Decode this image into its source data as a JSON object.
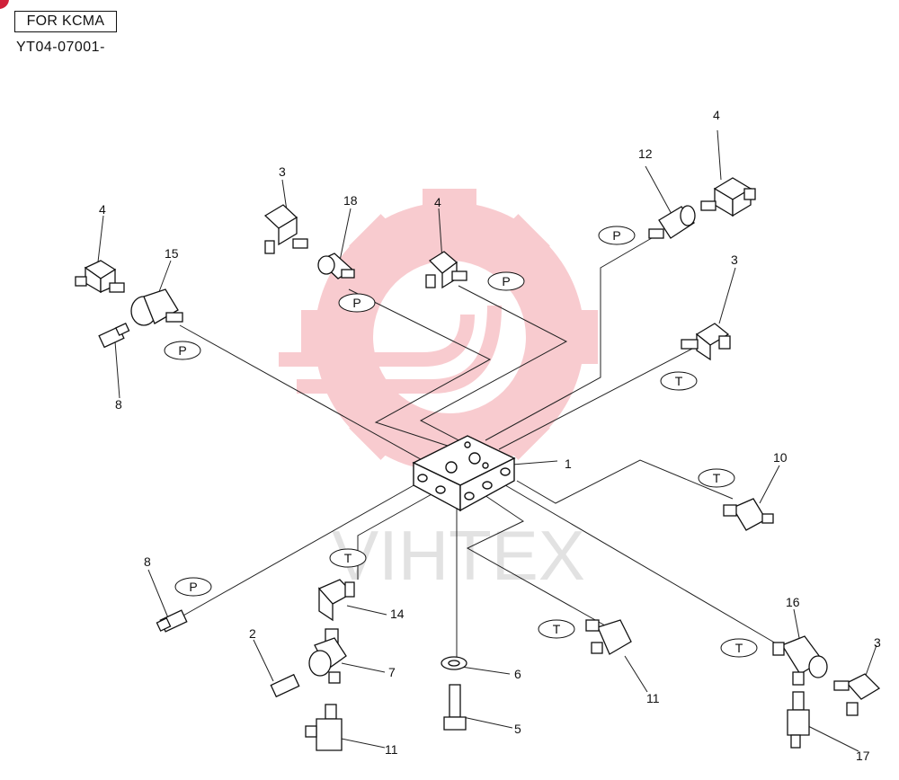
{
  "header": {
    "variant_label": "FOR KCMA",
    "serial_range": "YT04-07001-"
  },
  "watermark": {
    "text": "VIHTEX",
    "color": "#f3a1a8"
  },
  "port_tags": [
    {
      "id": "p1",
      "label": "P"
    },
    {
      "id": "p2",
      "label": "P"
    },
    {
      "id": "p3",
      "label": "P"
    },
    {
      "id": "p4",
      "label": "P"
    },
    {
      "id": "p5",
      "label": "P"
    },
    {
      "id": "t1",
      "label": "T"
    },
    {
      "id": "t2",
      "label": "T"
    },
    {
      "id": "t3",
      "label": "T"
    },
    {
      "id": "t4",
      "label": "T"
    },
    {
      "id": "t5",
      "label": "T"
    }
  ],
  "part_callouts": [
    "1",
    "2",
    "3",
    "3",
    "3",
    "4",
    "4",
    "4",
    "5",
    "6",
    "7",
    "8",
    "8",
    "10",
    "11",
    "11",
    "12",
    "14",
    "15",
    "16",
    "17",
    "18"
  ]
}
